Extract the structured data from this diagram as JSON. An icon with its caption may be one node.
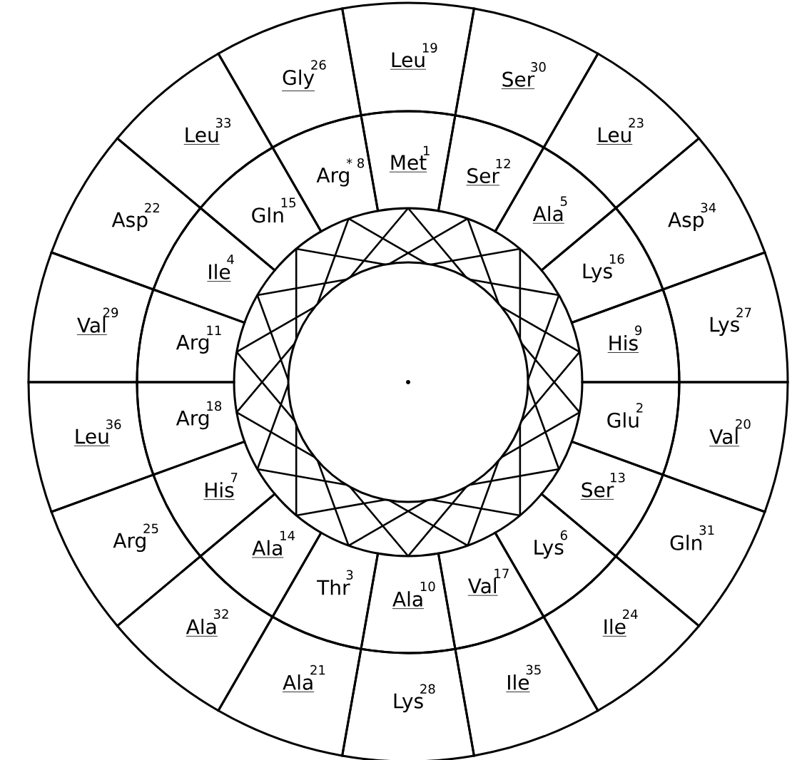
{
  "diagram": {
    "nodes": [
      {
        "text": [
          "1",
          "Met"
        ]
      },
      {
        "text": [
          "2",
          "Glu"
        ]
      },
      {
        "text": [
          "3",
          "Thr"
        ]
      },
      {
        "text": [
          "4",
          "Ile"
        ]
      },
      {
        "text": [
          "5",
          "Ala"
        ]
      },
      {
        "text": [
          "6",
          "Lys"
        ]
      },
      {
        "text": [
          "7",
          "His"
        ]
      },
      {
        "text": [
          "* 8",
          "Arg"
        ]
      },
      {
        "text": [
          "9",
          "His"
        ]
      },
      {
        "text": [
          "10",
          "Ala"
        ]
      },
      {
        "text": [
          "11",
          "Arg"
        ]
      },
      {
        "text": [
          "12",
          "Ser"
        ]
      },
      {
        "text": [
          "13",
          "Ser"
        ]
      },
      {
        "text": [
          "14",
          "Ala"
        ]
      },
      {
        "text": [
          "15",
          "Gln"
        ]
      },
      {
        "text": [
          "16",
          "Lys"
        ]
      },
      {
        "text": [
          "17",
          "Val"
        ]
      },
      {
        "text": [
          "18",
          "Arg"
        ]
      },
      {
        "text": [
          "19",
          "Leu"
        ]
      },
      {
        "text": [
          "20",
          "Val"
        ]
      },
      {
        "text": [
          "21",
          "Ala"
        ]
      },
      {
        "text": [
          "22",
          "Asp"
        ]
      },
      {
        "text": [
          "23",
          "Leu"
        ]
      },
      {
        "text": [
          "24",
          "Ile"
        ]
      },
      {
        "text": [
          "25",
          "Arg"
        ]
      },
      {
        "text": [
          "26",
          "Gly"
        ]
      },
      {
        "text": [
          "27",
          "Lys"
        ]
      },
      {
        "text": [
          "28",
          "Lys"
        ]
      },
      {
        "text": [
          "29",
          "Val"
        ]
      },
      {
        "text": [
          "30",
          "Ser"
        ]
      },
      {
        "text": [
          "31",
          "Gln"
        ]
      },
      {
        "text": [
          "32",
          "Ala"
        ]
      },
      {
        "text": [
          "33",
          "Leu"
        ]
      },
      {
        "text": [
          "34",
          "Asp"
        ]
      },
      {
        "text": [
          "35",
          "Ile"
        ]
      },
      {
        "text": [
          "36",
          "Leu"
        ]
      }
    ]
  }
}
